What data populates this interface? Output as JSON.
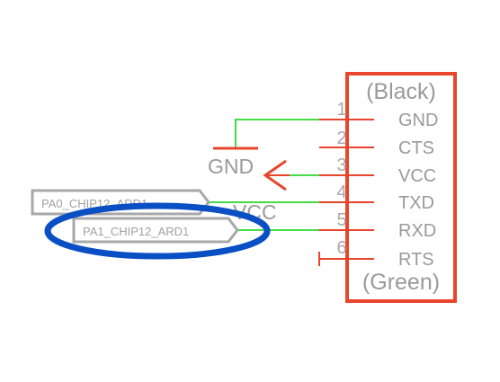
{
  "connector": {
    "top_label": "(Black)",
    "bottom_label": "(Green)",
    "pins": [
      {
        "number": "1",
        "name": "GND"
      },
      {
        "number": "2",
        "name": "CTS"
      },
      {
        "number": "3",
        "name": "VCC"
      },
      {
        "number": "4",
        "name": "TXD"
      },
      {
        "number": "5",
        "name": "RXD"
      },
      {
        "number": "6",
        "name": "RTS"
      }
    ]
  },
  "power_symbols": {
    "gnd_label": "GND",
    "vcc_label": "VCC"
  },
  "net_flags": {
    "pa0_label": "PA0_CHIP12_ARD1",
    "pa1_label": "PA1_CHIP12_ARD1"
  },
  "colors": {
    "connector_red": "#e8452c",
    "wire_green": "#44dd44",
    "label_gray": "#9a9a9a",
    "highlight_blue": "#0a4fc4",
    "flag_gray": "#a8a8a8"
  }
}
